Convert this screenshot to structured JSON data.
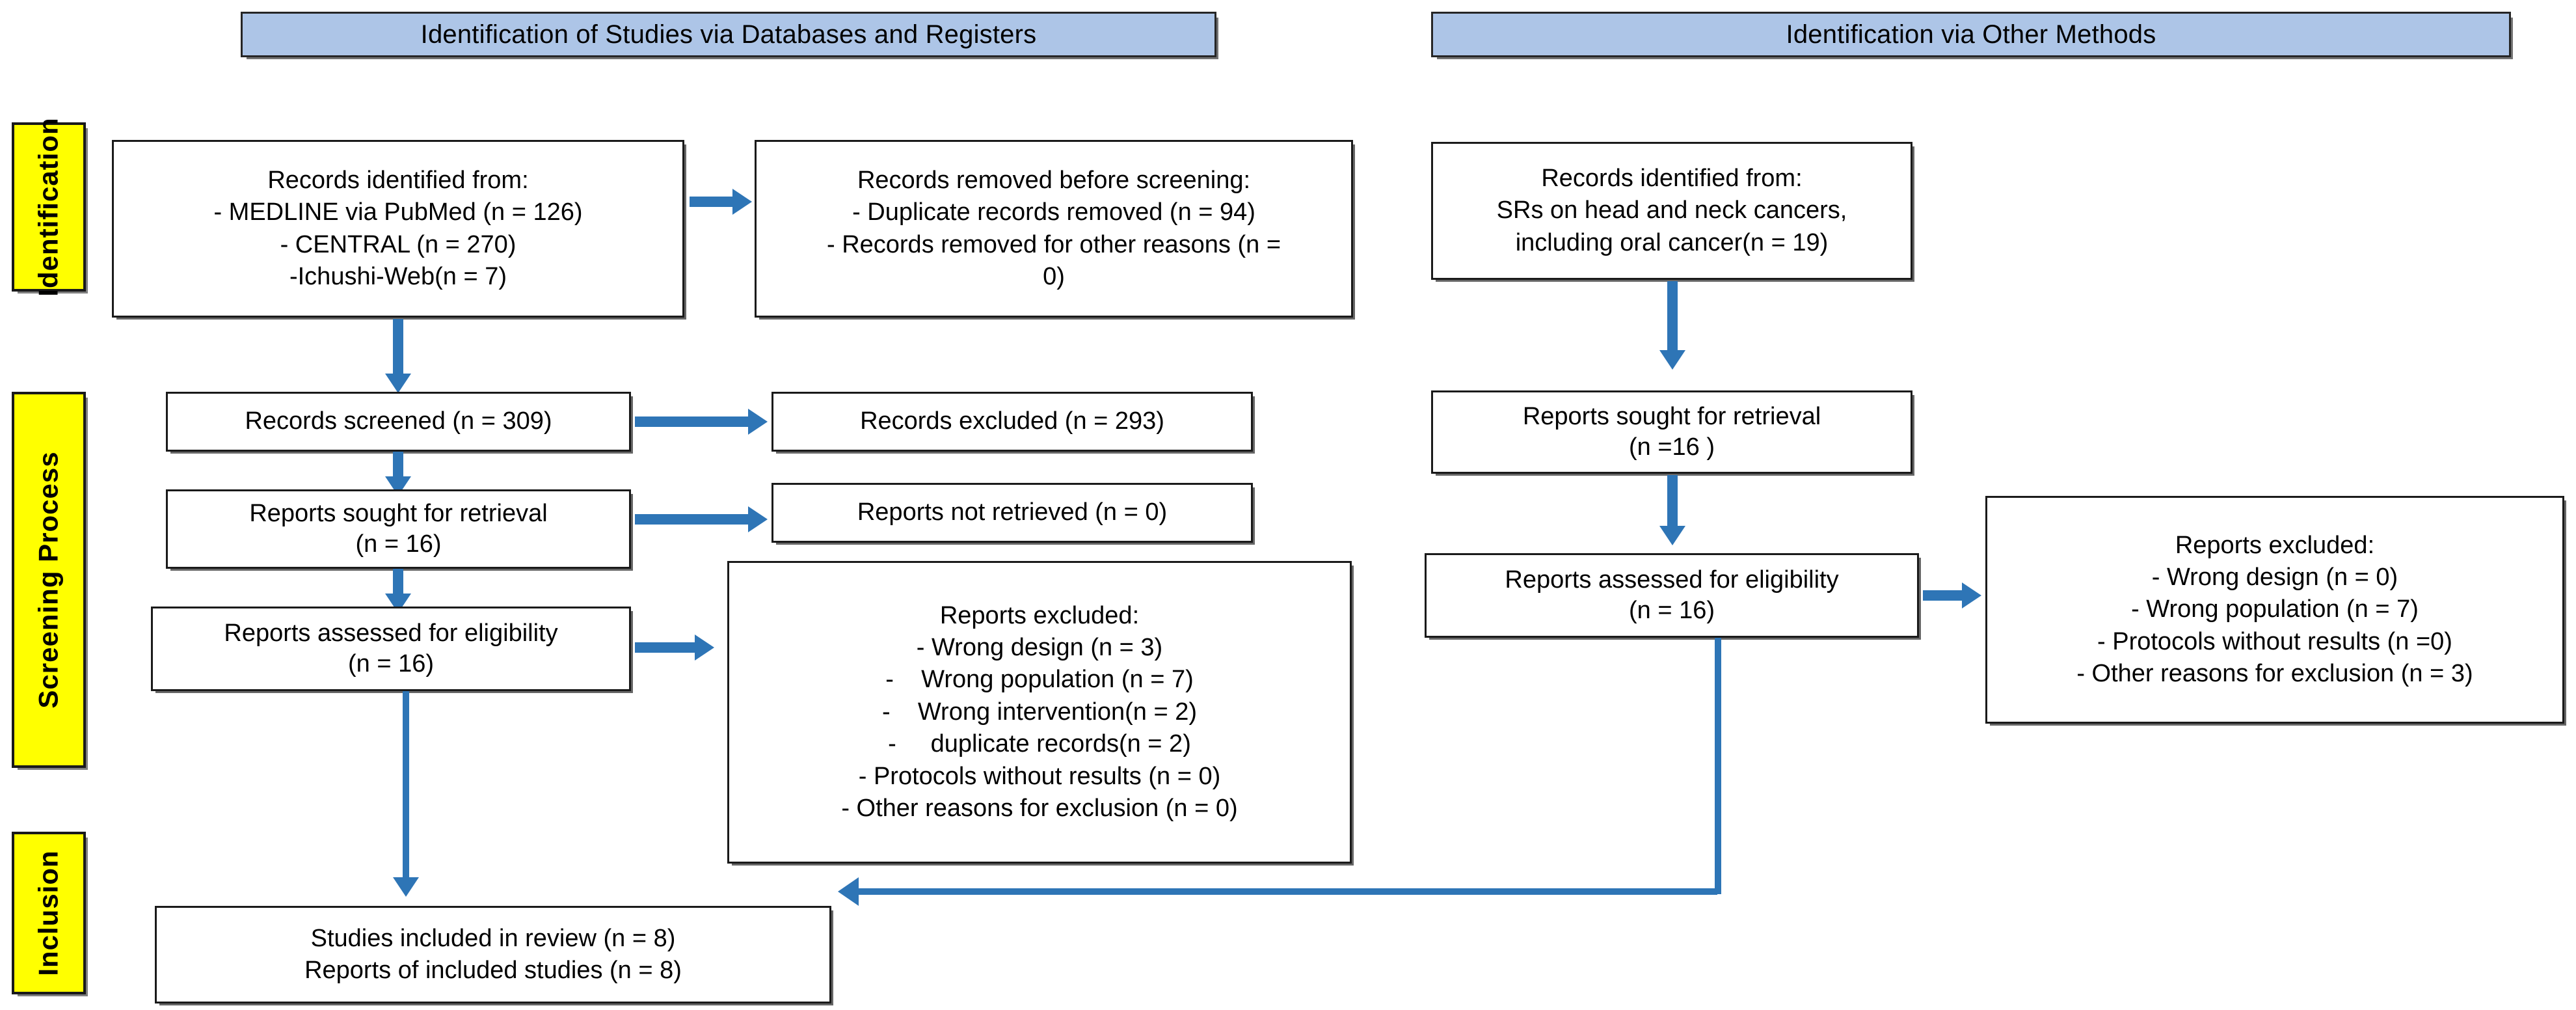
{
  "diagram": {
    "title": "PRISMA 2020 flow diagram",
    "accent_blue": "#2e75b6",
    "banner_fill": "#adc5e7",
    "stage_fill": "#ffff00"
  },
  "banners": {
    "left": "Identification of Studies via Databases and Registers",
    "right": "Identification via Other Methods"
  },
  "stages": {
    "identification": "Identification",
    "screening": "Screening Process",
    "inclusion": "Inclusion"
  },
  "left_column": {
    "records_identified": {
      "lines": [
        "Records identified from:",
        "- MEDLINE via PubMed (n = 126)",
        "- CENTRAL (n = 270)",
        "-Ichushi-Web(n = 7)"
      ]
    },
    "records_removed": {
      "lines": [
        "Records removed before screening:",
        "- Duplicate records removed (n = 94)",
        "- Records removed for other reasons (n =",
        "0)"
      ]
    },
    "records_screened": {
      "lines": [
        "Records screened (n = 309)"
      ]
    },
    "records_excluded": {
      "lines": [
        "Records excluded (n = 293)"
      ]
    },
    "reports_sought": {
      "lines": [
        "Reports sought for retrieval",
        "(n = 16)"
      ]
    },
    "reports_not_retrieved": {
      "lines": [
        "Reports not retrieved (n = 0)"
      ]
    },
    "reports_assessed": {
      "lines": [
        "Reports assessed for eligibility",
        "(n = 16)"
      ]
    },
    "reports_excluded": {
      "lines": [
        "Reports excluded:",
        "- Wrong design (n = 3)",
        "-    Wrong population (n = 7)",
        "-    Wrong intervention(n = 2)",
        "-     duplicate records(n = 2)",
        "- Protocols without results (n = 0)",
        "- Other reasons for exclusion (n = 0)"
      ]
    },
    "studies_included": {
      "lines": [
        "Studies included in review (n = 8)",
        "Reports of included studies (n = 8)"
      ]
    }
  },
  "right_column": {
    "records_identified": {
      "lines": [
        "Records identified from:",
        "SRs on head and neck cancers,",
        "including oral cancer(n = 19)"
      ]
    },
    "reports_sought": {
      "lines": [
        "Reports sought for retrieval",
        "(n =16 )"
      ]
    },
    "reports_assessed": {
      "lines": [
        "Reports assessed for eligibility",
        "(n = 16)"
      ]
    },
    "reports_excluded": {
      "lines": [
        "Reports excluded:",
        "- Wrong design (n = 0)",
        "- Wrong population (n = 7)",
        "- Protocols without results (n =0)",
        "- Other reasons for exclusion (n = 3)"
      ]
    }
  }
}
